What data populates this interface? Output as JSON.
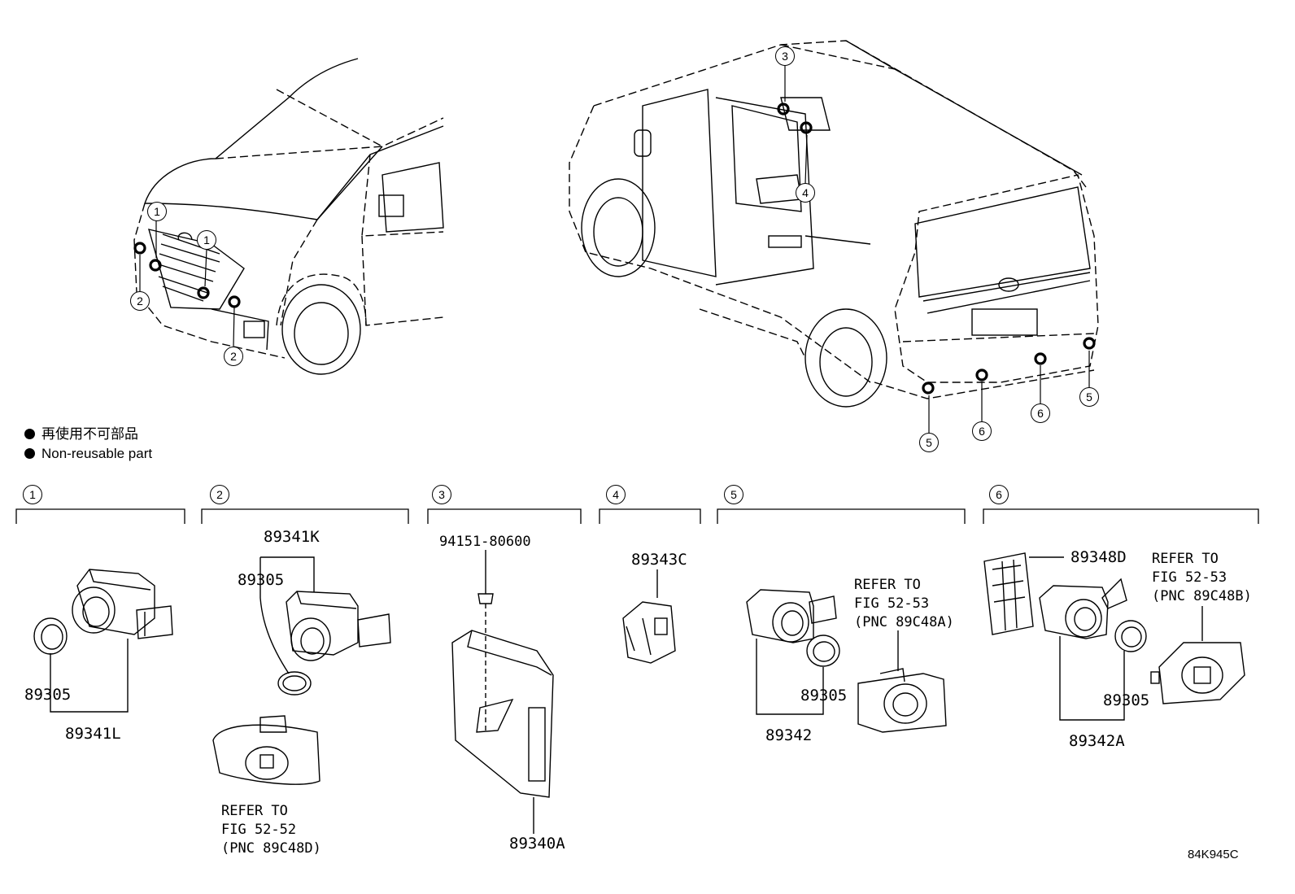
{
  "legend": {
    "japanese": "再使用不可部品",
    "english": "Non-reusable part"
  },
  "sections": [
    "1",
    "2",
    "3",
    "4",
    "5",
    "6"
  ],
  "vehicle_callouts": {
    "front": [
      "1",
      "1",
      "2",
      "2"
    ],
    "rear": [
      "3",
      "4",
      "5",
      "6",
      "6",
      "5"
    ]
  },
  "parts": {
    "s1": {
      "part_a": "89305",
      "part_b": "89341L"
    },
    "s2": {
      "part_a": "89341K",
      "part_b": "89305",
      "refer": "REFER TO\nFIG 52-52\n(PNC 89C48D)"
    },
    "s3": {
      "part_a": "94151-80600",
      "part_b": "89340A"
    },
    "s4": {
      "part_a": "89343C"
    },
    "s5": {
      "part_a": "89305",
      "part_b": "89342",
      "refer": "REFER TO\nFIG 52-53\n(PNC 89C48A)"
    },
    "s6": {
      "part_a": "89348D",
      "part_b": "89305",
      "part_c": "89342A",
      "refer": "REFER TO\nFIG 52-53\n(PNC 89C48B)"
    }
  },
  "figure_code": "84K945C"
}
